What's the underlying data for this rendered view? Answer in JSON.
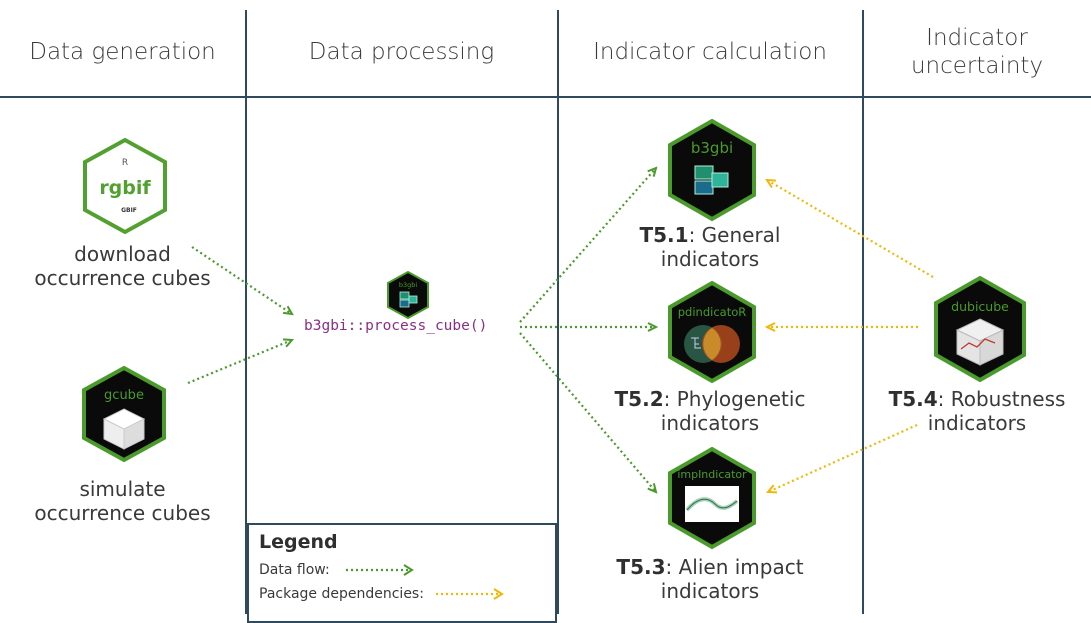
{
  "columns": {
    "data_generation": "Data generation",
    "data_processing": "Data processing",
    "indicator_calculation": "Indicator calculation",
    "indicator_uncertainty_line1": "Indicator",
    "indicator_uncertainty_line2": "uncertainty"
  },
  "packages": {
    "rgbif": {
      "name": "rgbif",
      "sub": "GBIF",
      "caption_line1": "download",
      "caption_line2": "occurrence cubes"
    },
    "gcube": {
      "name": "gcube",
      "caption_line1": "simulate",
      "caption_line2": "occurrence cubes"
    },
    "b3gbi_small": {
      "name": "b3gbi"
    },
    "process_fn": "b3gbi::process_cube()",
    "b3gbi": {
      "name": "b3gbi",
      "code": "T5.1",
      "caption_rest": ": General",
      "caption_line2": "indicators"
    },
    "pdindicator": {
      "name": "pdindicatoR",
      "code": "T5.2",
      "caption_rest": ": Phylogenetic",
      "caption_line2": "indicators"
    },
    "impindicator": {
      "name": "impIndicator",
      "code": "T5.3",
      "caption_rest": ": Alien impact",
      "caption_line2": "indicators"
    },
    "dubicube": {
      "name": "dubicube",
      "code": "T5.4",
      "caption_rest": ": Robustness",
      "caption_line2": "indicators"
    }
  },
  "legend": {
    "title": "Legend",
    "data_flow": "Data flow:",
    "package_dependencies": "Package dependencies:"
  },
  "colors": {
    "data_flow": "#4a9a2c",
    "dependency": "#f2b705",
    "border": "#2e4a5c",
    "function": "#8a2f86"
  }
}
